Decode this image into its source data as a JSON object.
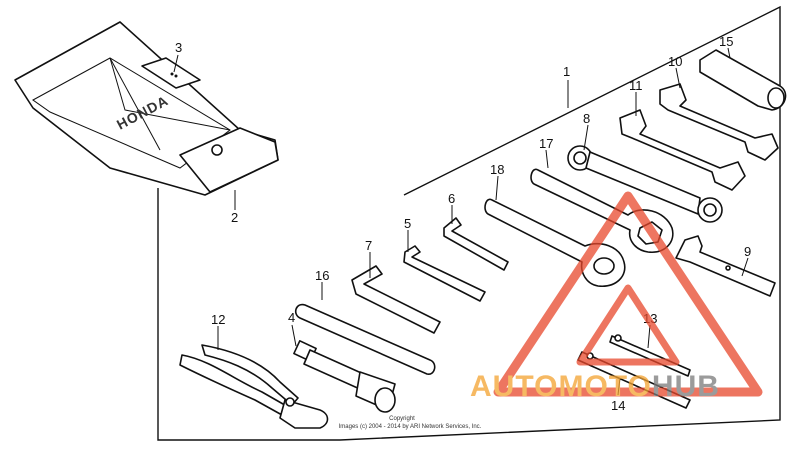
{
  "diagram": {
    "part_numbers": [
      "1",
      "2",
      "3",
      "4",
      "5",
      "6",
      "7",
      "8",
      "9",
      "10",
      "11",
      "12",
      "13",
      "14",
      "15",
      "16",
      "17",
      "18"
    ]
  },
  "copyright": {
    "line1": "Copyright",
    "line2": "Images (c) 2004 - 2014 by ARI Network Services, Inc."
  },
  "watermark": {
    "brand_left": "AUTOMOTO",
    "brand_right": "HUB",
    "color_left": "#f3a230",
    "color_right": "#7a7a7a",
    "logo_color": "#e8482c"
  }
}
